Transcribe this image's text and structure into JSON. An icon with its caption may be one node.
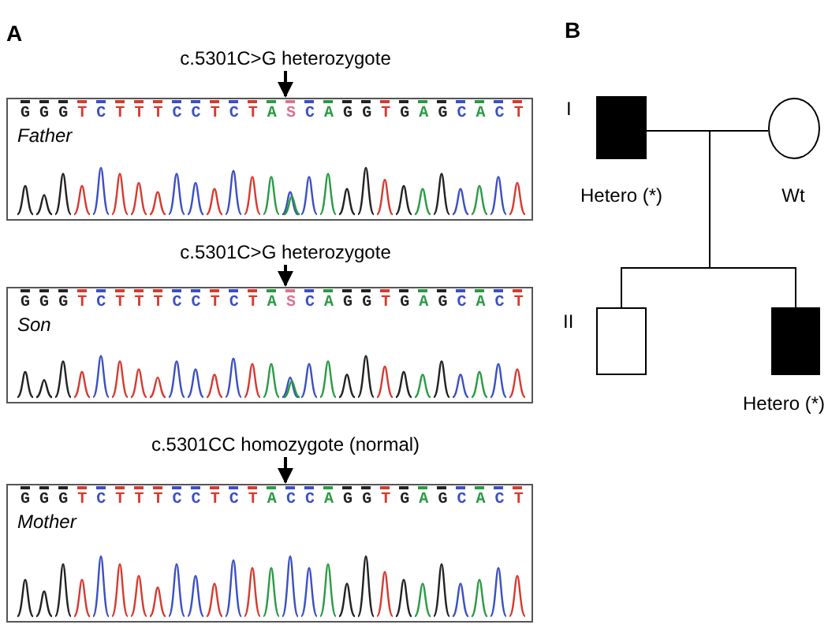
{
  "diagram": {
    "nodes": [
      {
        "text": [
          "c.5301C>G heterozygote"
        ]
      },
      {
        "text": [
          "Father"
        ]
      },
      {
        "text": [
          "c.5301C>G heterozygote"
        ]
      },
      {
        "text": [
          "Son"
        ]
      },
      {
        "text": [
          "c.5301CC homozygote (normal)"
        ]
      },
      {
        "text": [
          "Mother"
        ]
      },
      {
        "text": [],
        "shape": "box",
        "beside": [
          "Hetero (*)"
        ]
      },
      {
        "text": [],
        "shape": "circle",
        "beside": [
          "Wt"
        ]
      },
      {
        "text": [],
        "shape": "box"
      },
      {
        "text": [],
        "shape": "box",
        "beside": [
          "Hetero (*)"
        ]
      }
    ],
    "edges": [
      {
        "from": 0,
        "to": 1,
        "arrow": "to"
      },
      {
        "from": 2,
        "to": 3,
        "arrow": "to"
      },
      {
        "from": 4,
        "to": 5,
        "arrow": "to"
      },
      {
        "from": 6,
        "to": 7,
        "arrow": "none"
      },
      {
        "from": 6,
        "to": 8,
        "arrow": "none"
      },
      {
        "from": 7,
        "to": 8,
        "arrow": "none"
      },
      {
        "from": 6,
        "to": 9,
        "arrow": "none"
      },
      {
        "from": 7,
        "to": 9,
        "arrow": "none"
      }
    ],
    "labels": [
      "A",
      "B",
      "I",
      "II",
      "G G G T C T T T C C T C T A S C A G G T G A G C A C T",
      "G G G T C T T T C C T C T A S C A G G T G A G C A C T",
      "G G G T C T T T C C T C T A C C A G G T G A G C A C T"
    ]
  }
}
